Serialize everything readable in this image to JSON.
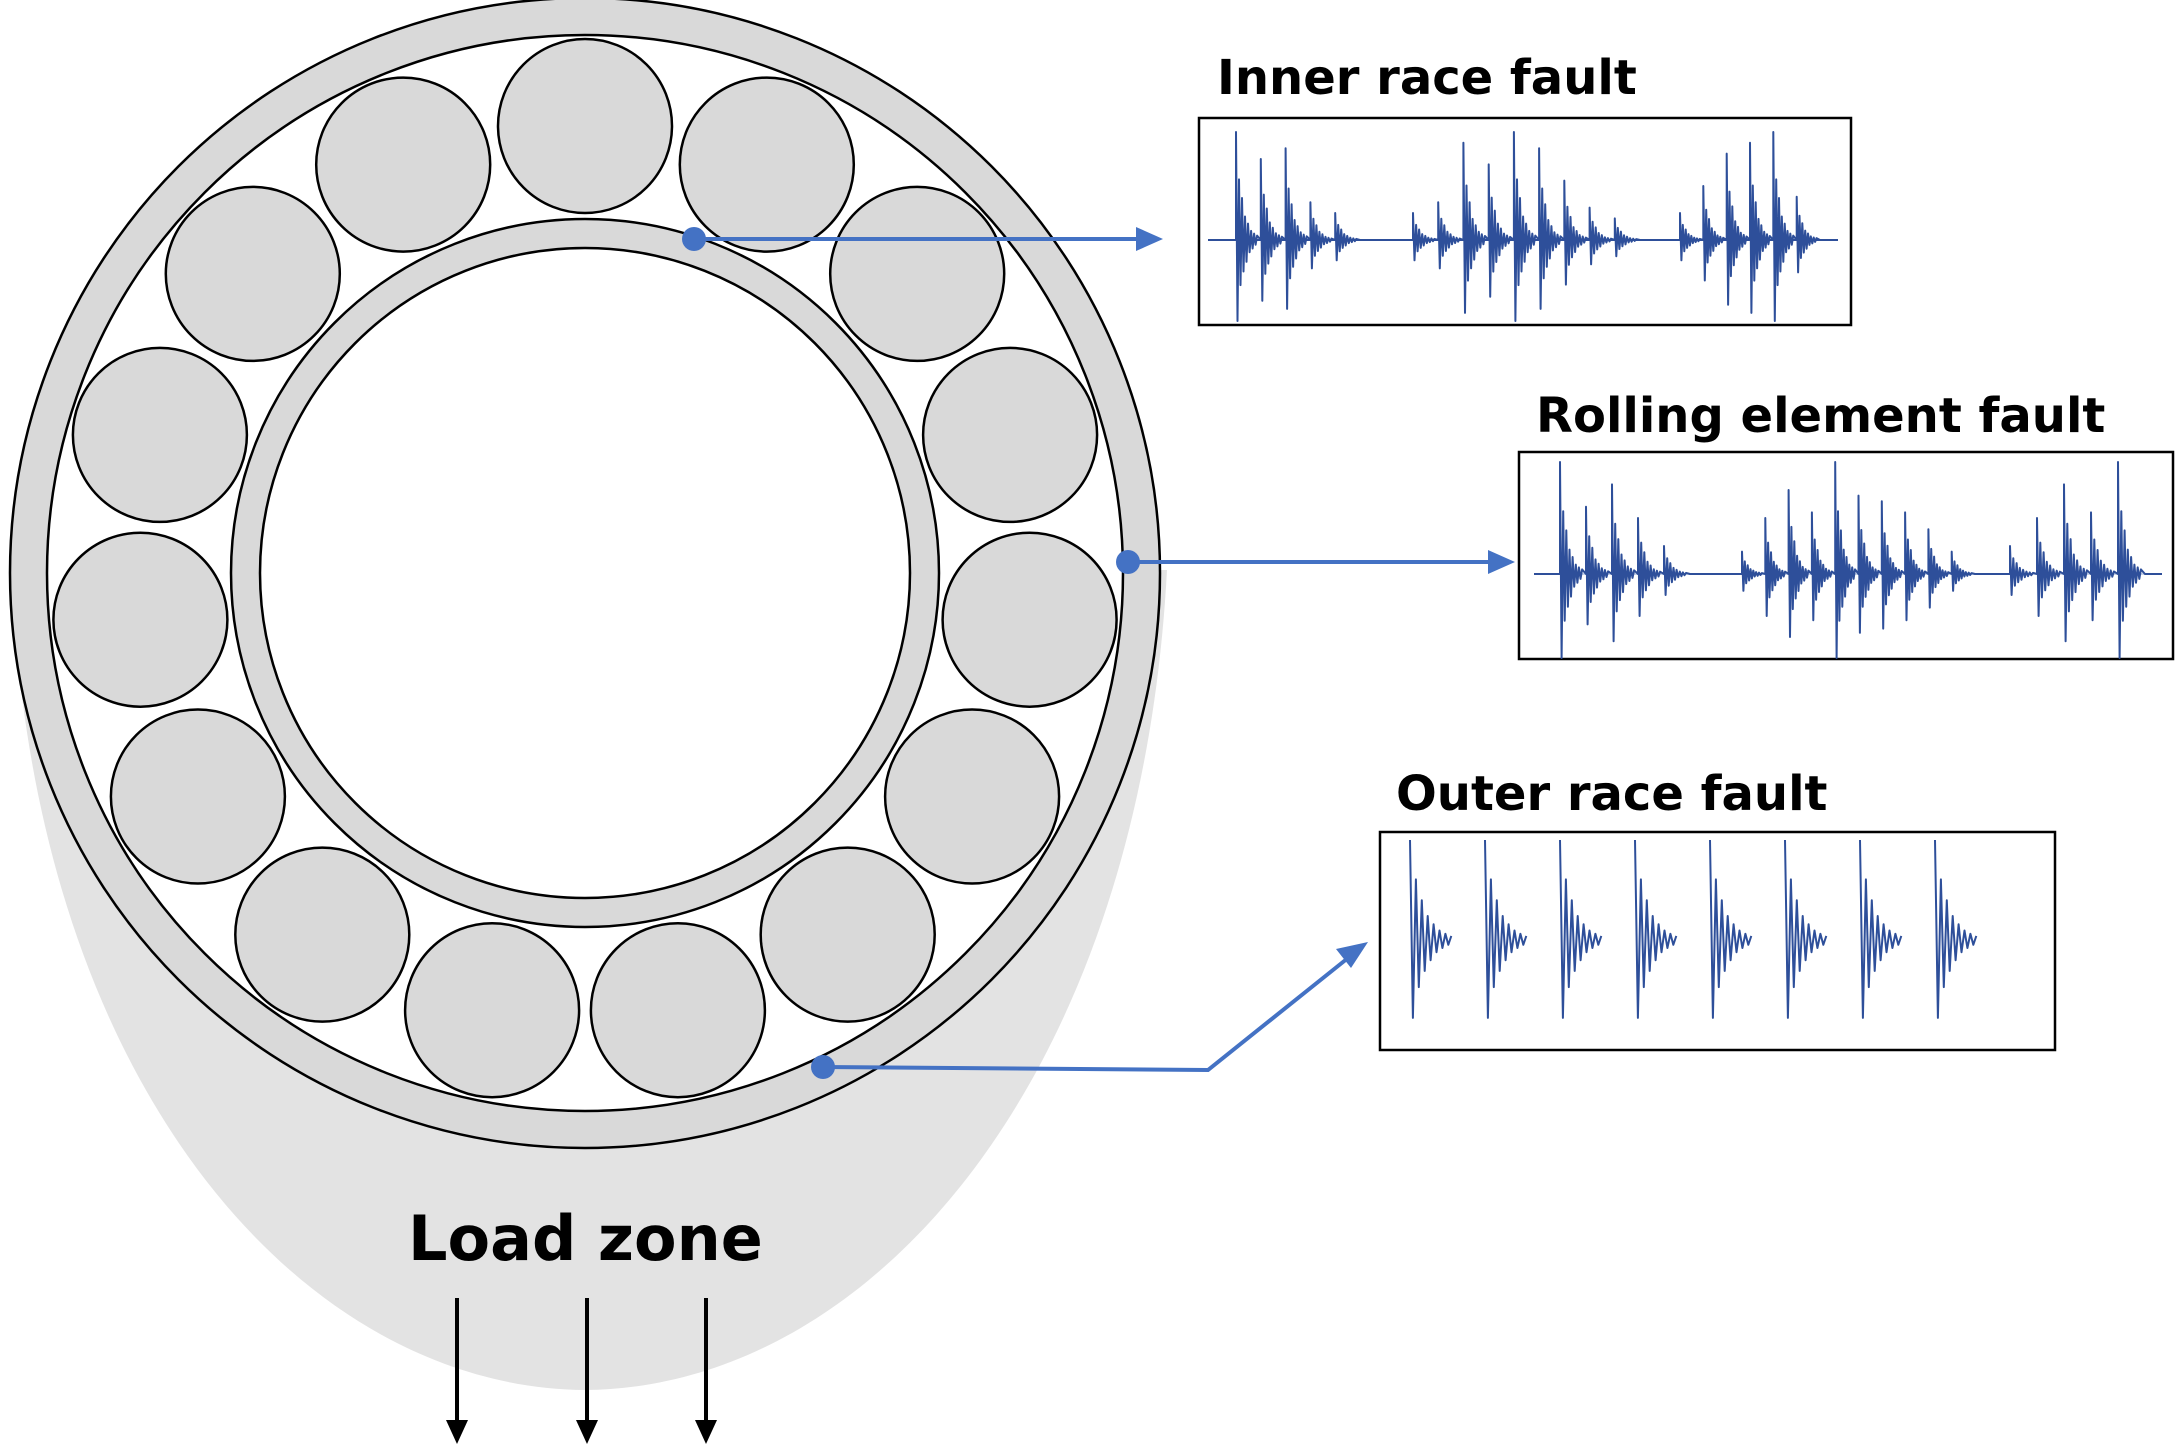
{
  "colors": {
    "signal": "#2e4f9a",
    "connector": "#4472c4",
    "bearing_fill": "#d9d9d9",
    "load_zone": "#e3e3e3",
    "outline": "#000000",
    "background": "#ffffff"
  },
  "bearing": {
    "rolling_element_count": 15
  },
  "load_zone": {
    "label": "Load zone",
    "arrow_count": 3
  },
  "faults": [
    {
      "id": "inner",
      "title": "Inner race fault",
      "pattern": "modulated bursts in three groups"
    },
    {
      "id": "rolling",
      "title": "Rolling element fault",
      "pattern": "modulated bursts in three groups"
    },
    {
      "id": "outer",
      "title": "Outer race fault",
      "pattern": "periodic equal bursts",
      "burst_count": 8
    }
  ]
}
